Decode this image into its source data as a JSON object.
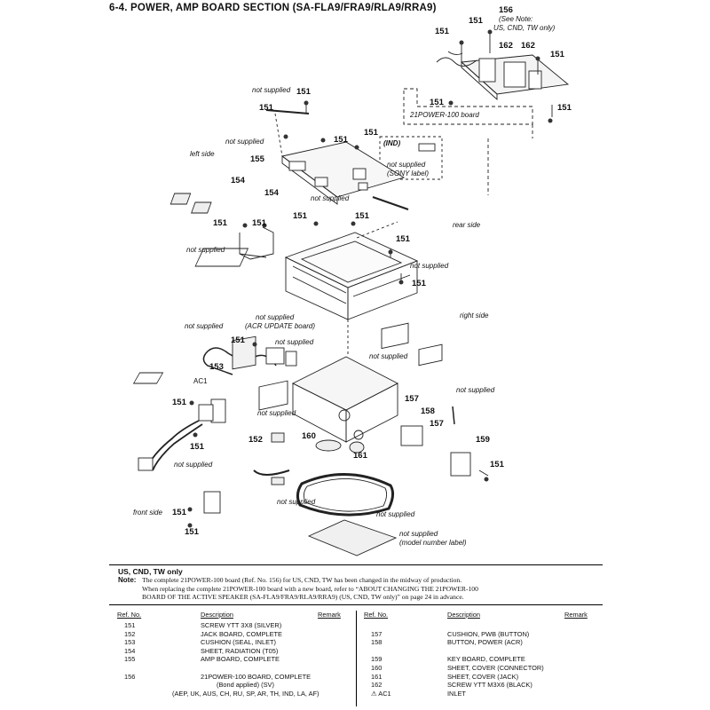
{
  "header": {
    "title": "6-4.   POWER,  AMP BOARD SECTION (SA-FLA9/FRA9/RLA9/RRA9)"
  },
  "diagram": {
    "labels": {
      "note156": "(See Note:",
      "note156b": "US, CND, TW only)",
      "board156": "21POWER-100 board",
      "ind": "(IND)",
      "sonyLabel1": "not supplied",
      "sonyLabel2": "(SONY label)",
      "leftSide": "left side",
      "rearSide": "rear side",
      "rightSide": "right side",
      "frontSide": "front side",
      "acrBoard1": "not supplied",
      "acrBoard2": "(ACR UPDATE board)",
      "ac1": "AC1",
      "modelLabel1": "not supplied",
      "modelLabel2": "(model number label)",
      "notSupplied": "not supplied"
    },
    "refs": [
      "151",
      "156",
      "162",
      "152",
      "153",
      "154",
      "155",
      "157",
      "158",
      "159",
      "160",
      "161"
    ]
  },
  "note": {
    "heading": "US, CND, TW only",
    "label": "Note:",
    "lines": [
      "The complete 21POWER-100 board (Ref. No. 156) for US, CND, TW has been changed in the midway of production.",
      "When replacing the complete 21POWER-100 board with a new board, refer to “ABOUT CHANGING THE 21POWER-100",
      "BOARD OF THE ACTIVE SPEAKER (SA-FLA9/FRA9/RLA9/RRA9) (US, CND, TW only)” on page 24 in advance."
    ]
  },
  "parts_table": {
    "headers": {
      "ref": "Ref. No.",
      "desc": "Description",
      "remark": "Remark"
    },
    "left": [
      {
        "ref": "151",
        "desc": "SCREW YTT 3X8 (SILVER)",
        "remark": ""
      },
      {
        "ref": "152",
        "desc": "JACK BOARD, COMPLETE",
        "remark": ""
      },
      {
        "ref": "153",
        "desc": "CUSHION (SEAL, INLET)",
        "remark": ""
      },
      {
        "ref": "154",
        "desc": "SHEET, RADIATION (T05)",
        "remark": ""
      },
      {
        "ref": "155",
        "desc": "AMP BOARD, COMPLETE",
        "remark": ""
      },
      {
        "ref": "",
        "desc": "",
        "remark": ""
      },
      {
        "ref": "156",
        "desc": "21POWER-100 BOARD, COMPLETE",
        "remark": ""
      },
      {
        "ref": "",
        "desc": "(Bond applied) (SV)",
        "remark": ""
      },
      {
        "ref": "",
        "desc": "(AEP, UK, AUS, CH, RU, SP, AR, TH, IND, LA, AF)",
        "remark": ""
      }
    ],
    "right": [
      {
        "ref": "",
        "desc": "",
        "remark": ""
      },
      {
        "ref": "157",
        "desc": "CUSHION, PWB (BUTTON)",
        "remark": ""
      },
      {
        "ref": "158",
        "desc": "BUTTON, POWER (ACR)",
        "remark": ""
      },
      {
        "ref": "",
        "desc": "",
        "remark": ""
      },
      {
        "ref": "159",
        "desc": "KEY BOARD, COMPLETE",
        "remark": ""
      },
      {
        "ref": "160",
        "desc": "SHEET, COVER (CONNECTOR)",
        "remark": ""
      },
      {
        "ref": "161",
        "desc": "SHEET, COVER (JACK)",
        "remark": ""
      },
      {
        "ref": "162",
        "desc": "SCREW YTT M3X6 (BLACK)",
        "remark": ""
      },
      {
        "ref": "⚠ AC1",
        "desc": "INLET",
        "remark": ""
      }
    ]
  }
}
